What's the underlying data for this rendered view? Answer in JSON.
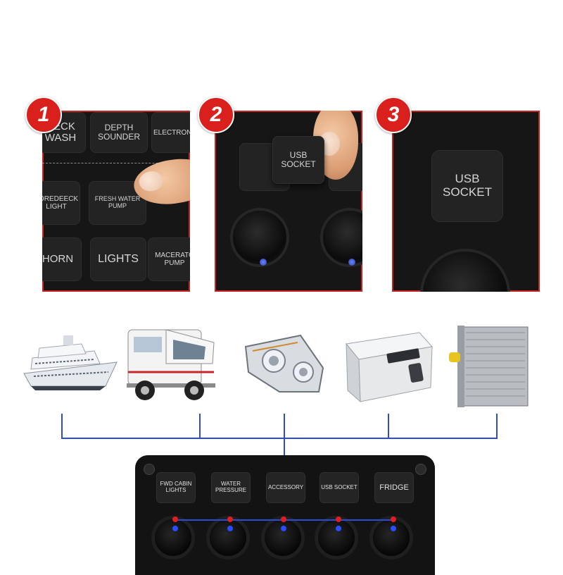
{
  "steps": [
    {
      "number": "1",
      "keys": [
        "DECK WASH",
        "DEPTH SOUNDER",
        "ELECTRONI",
        "FOREDEECK LIGHT",
        "FRESH WATER PUMP",
        "HORN",
        "LIGHTS",
        "MACERATO PUMP"
      ]
    },
    {
      "number": "2",
      "key": "USB SOCKET"
    },
    {
      "number": "3",
      "key": "USB SOCKET"
    }
  ],
  "applications": [
    {
      "icon": "cruise-ship-icon"
    },
    {
      "icon": "rv-motorhome-icon"
    },
    {
      "icon": "headlight-icon"
    },
    {
      "icon": "portable-fridge-icon"
    },
    {
      "icon": "radiator-icon"
    }
  ],
  "console": {
    "switches": [
      "FWD CABIN LIGHTS",
      "WATER PRESSURE",
      "ACCESSORY",
      "USB SOCKET",
      "FRIDGE"
    ]
  },
  "colors": {
    "badge": "#d9201d",
    "connector_line": "#2b4bd8",
    "led_blue": "#2a4cff",
    "led_red": "#e01e1e"
  }
}
